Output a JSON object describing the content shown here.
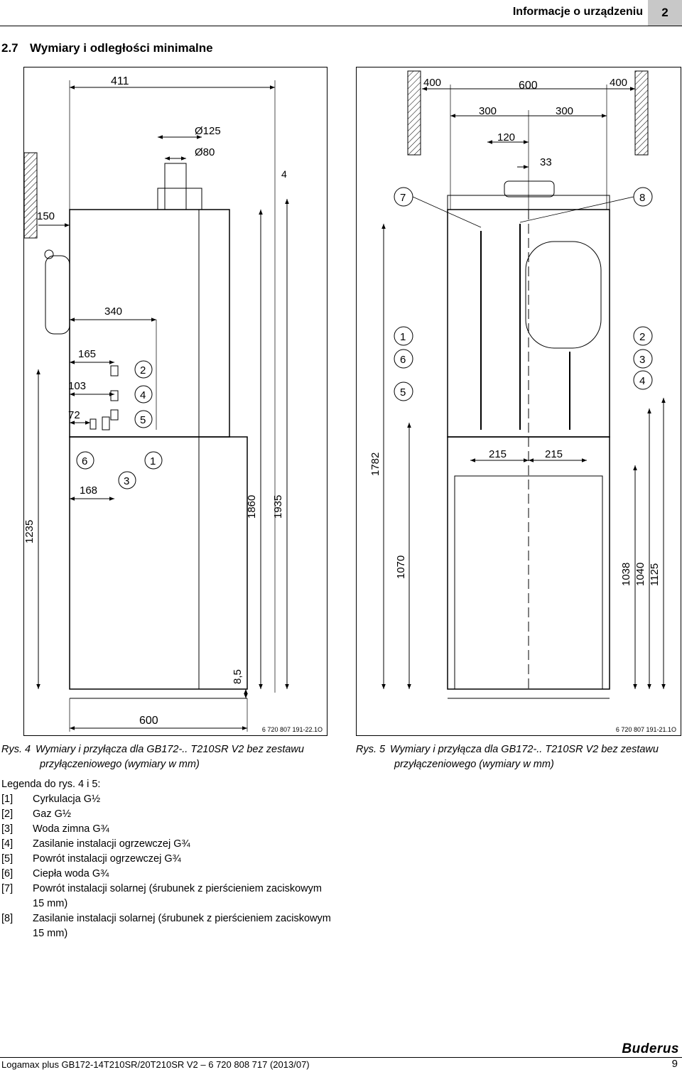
{
  "header": {
    "title": "Informacje o urządzeniu",
    "chapter": "2"
  },
  "section": {
    "number": "2.7",
    "title": "Wymiary i odległości minimalne"
  },
  "figure4": {
    "code": "6 720 807 191-22.1O",
    "dims": {
      "d411": "411",
      "d125": "Ø125",
      "d80": "Ø80",
      "d4": "4",
      "d150": "150",
      "d340": "340",
      "d165": "165",
      "d103": "103",
      "d72": "72",
      "d168": "168",
      "d1235": "1235",
      "d1860": "1860",
      "d1935": "1935",
      "d85": "8,5",
      "d600": "600"
    },
    "markers": {
      "m1": "1",
      "m2": "2",
      "m3": "3",
      "m4": "4",
      "m5": "5",
      "m6": "6"
    }
  },
  "figure5": {
    "code": "6 720 807 191-21.1O",
    "dims": {
      "d400a": "400",
      "d600": "600",
      "d400b": "400",
      "d300a": "300",
      "d300b": "300",
      "d120": "120",
      "d33": "33",
      "d1782": "1782",
      "d1070": "1070",
      "d215a": "215",
      "d215b": "215",
      "d1038": "1038",
      "d1040": "1040",
      "d1125": "1125"
    },
    "markers": {
      "m1": "1",
      "m2": "2",
      "m3": "3",
      "m4": "4",
      "m5": "5",
      "m6": "6",
      "m7": "7",
      "m8": "8"
    }
  },
  "captions": {
    "rys4_label": "Rys. 4",
    "rys4_line1": "Wymiary i przyłącza dla GB172-.. T210SR V2 bez zestawu",
    "rys4_line2": "przyłączeniowego (wymiary w mm)",
    "rys5_label": "Rys. 5",
    "rys5_line1": "Wymiary i przyłącza dla GB172-.. T210SR V2 bez zestawu",
    "rys5_line2": "przyłączeniowego (wymiary w mm)"
  },
  "legend": {
    "title": "Legenda do rys. 4 i 5:",
    "items": [
      {
        "key": "[1]",
        "text": "Cyrkulacja G½"
      },
      {
        "key": "[2]",
        "text": "Gaz G½"
      },
      {
        "key": "[3]",
        "text": "Woda zimna G¾"
      },
      {
        "key": "[4]",
        "text": "Zasilanie instalacji ogrzewczej G¾"
      },
      {
        "key": "[5]",
        "text": "Powrót instalacji ogrzewczej G¾"
      },
      {
        "key": "[6]",
        "text": "Ciepła woda G¾"
      },
      {
        "key": "[7]",
        "text": "Powrót instalacji solarnej (śrubunek z pierścieniem zaciskowym 15 mm)"
      },
      {
        "key": "[8]",
        "text": "Zasilanie instalacji solarnej (śrubunek z pierścieniem zaciskowym 15 mm)"
      }
    ]
  },
  "footer": {
    "brand": "Buderus",
    "doc": "Logamax plus GB172-14T210SR/20T210SR V2 – 6 720 808 717 (2013/07)",
    "page": "9"
  }
}
